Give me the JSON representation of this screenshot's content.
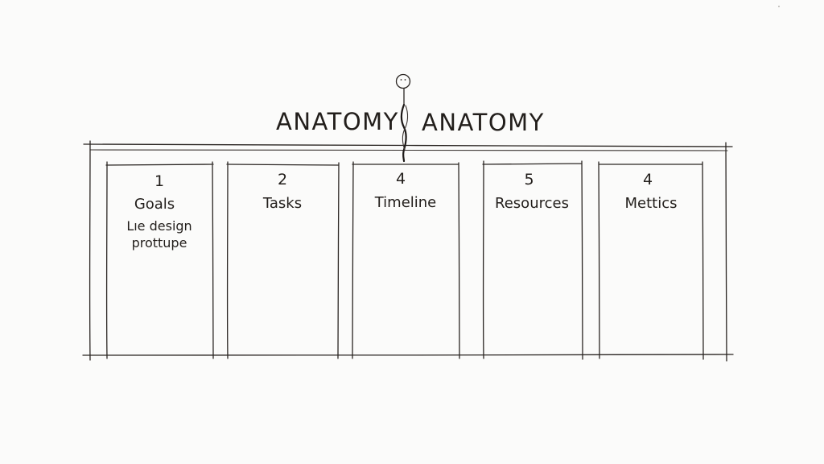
{
  "diagram": {
    "title_left": "ANATOMY",
    "title_right": "ANATOMY",
    "columns": [
      {
        "number": "1",
        "label": "Goals",
        "note_lines": [
          "Lıe design",
          "prottupe"
        ]
      },
      {
        "number": "2",
        "label": "Tasks",
        "note_lines": []
      },
      {
        "number": "4",
        "label": "Timeline",
        "note_lines": []
      },
      {
        "number": "5",
        "label": "Resources",
        "note_lines": []
      },
      {
        "number": "4",
        "label": "Mettics",
        "note_lines": []
      }
    ]
  },
  "colors": {
    "ink": "#2a2522",
    "paper": "#fbfbfa"
  }
}
